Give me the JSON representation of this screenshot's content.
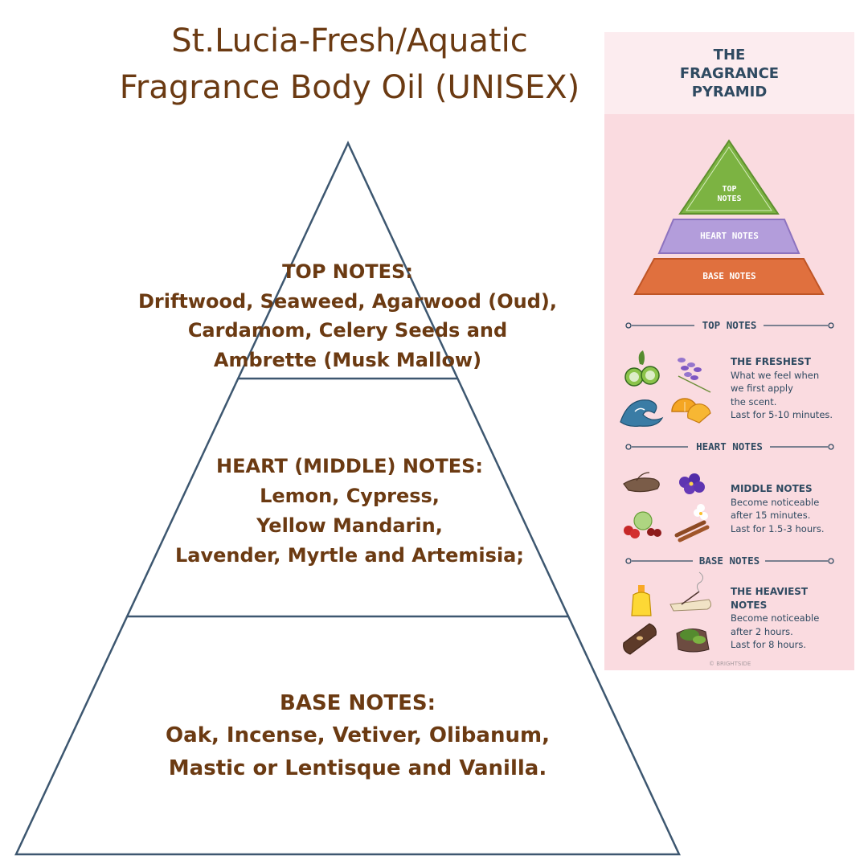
{
  "title": {
    "line1": "St.Lucia-Fresh/Aquatic",
    "line2": "Fragrance Body Oil (UNISEX)"
  },
  "pyramid": {
    "top": {
      "heading": "TOP NOTES:",
      "lines": [
        "Driftwood, Seaweed, Agarwood (Oud),",
        "Cardamom, Celery Seeds and",
        "Ambrette (Musk Mallow)"
      ]
    },
    "heart": {
      "heading": "HEART (MIDDLE) NOTES:",
      "lines": [
        "Lemon, Cypress,",
        "Yellow Mandarin,",
        "Lavender, Myrtle and Artemisia;"
      ]
    },
    "base": {
      "heading": "BASE NOTES:",
      "lines": [
        "Oak, Incense, Vetiver, Olibanum,",
        "Mastic or Lentisque and Vanilla."
      ]
    }
  },
  "infographic": {
    "title_lines": [
      "THE",
      "FRAGRANCE",
      "PYRAMID"
    ],
    "tiers": {
      "top_line1": "TOP",
      "top_line2": "NOTES",
      "heart": "HEART NOTES",
      "base": "BASE NOTES"
    },
    "tier_colors": {
      "top": "#7cb342",
      "heart": "#b39ddb",
      "base": "#e0703e"
    },
    "sections": [
      {
        "label": "TOP NOTES",
        "heading": "THE FRESHEST",
        "lines": [
          "What we feel when",
          "we first apply",
          "the scent.",
          "Last for 5-10 minutes."
        ],
        "icons": [
          "cucumber-icon",
          "lavender-icon",
          "wave-icon",
          "orange-icon"
        ]
      },
      {
        "label": "HEART NOTES",
        "heading": "MIDDLE NOTES",
        "lines": [
          "Become noticeable",
          "after 15 minutes.",
          "Last for 1.5-3 hours."
        ],
        "icons": [
          "root-icon",
          "violet-flower-icon",
          "fruit-icon",
          "cinnamon-icon"
        ]
      },
      {
        "label": "BASE NOTES",
        "heading_lines": [
          "THE HEAVIEST",
          "NOTES"
        ],
        "lines": [
          "Become noticeable",
          "after 2 hours.",
          "Last for 8 hours."
        ],
        "icons": [
          "oil-bottle-icon",
          "incense-icon",
          "wood-bark-icon",
          "moss-icon"
        ]
      }
    ],
    "credit": "© BRIGHTSIDE"
  },
  "colors": {
    "brown_text": "#6b3a12",
    "pyramid_stroke": "#3d5770",
    "panel_pink": "#fadbe0",
    "navy_text": "#2f4a61"
  }
}
